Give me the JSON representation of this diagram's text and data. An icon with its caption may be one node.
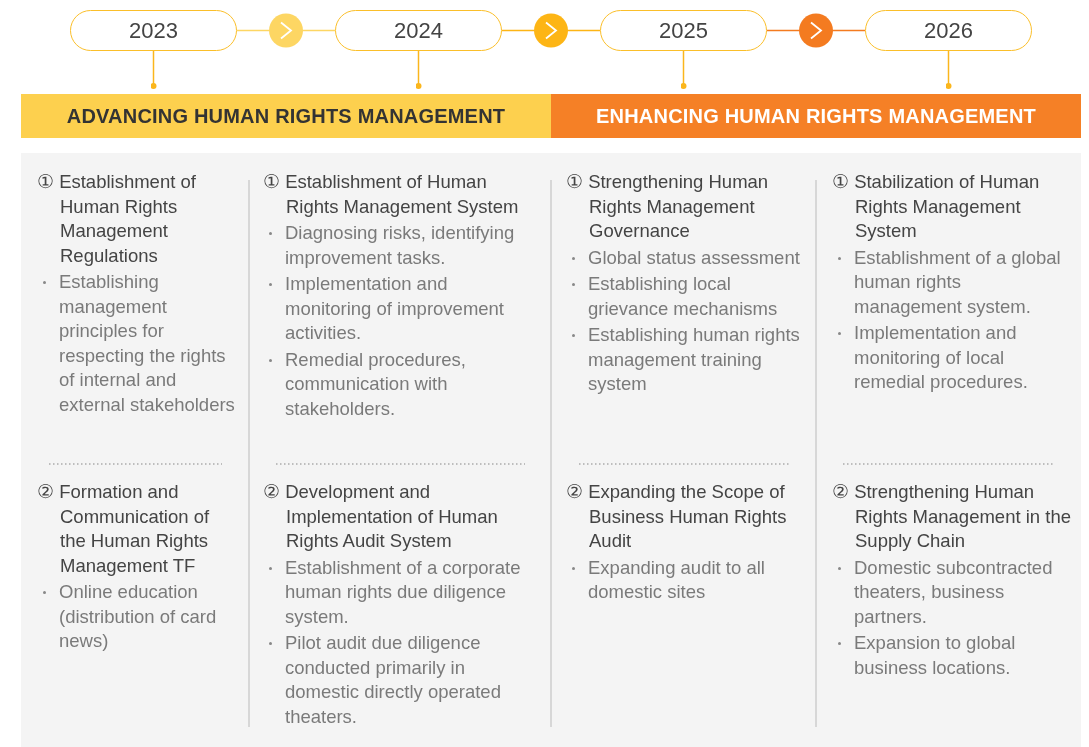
{
  "diagram": {
    "nodes": [
      {
        "text": [
          "2023"
        ]
      },
      {
        "text": [
          "2024"
        ]
      },
      {
        "text": [
          "2025"
        ]
      },
      {
        "text": [
          "2026"
        ]
      },
      {
        "text": [
          "ADVANCING HUMAN RIGHTS MANAGEMENT"
        ]
      },
      {
        "text": [
          "ENHANCING HUMAN RIGHTS MANAGEMENT"
        ]
      },
      {
        "text": [],
        "shape": "box"
      },
      {
        "text": [
          "① Establishment of Human Rights Management Regulations",
          "Establishing management principles for respecting the rights of internal and external stakeholders"
        ],
        "in": 6
      },
      {
        "text": [
          "② Formation and Communication of the Human Rights Management TF",
          "Online education (distribution of card news)"
        ],
        "in": 6
      },
      {
        "text": [
          "① Establishment of Human Rights Management System",
          "Diagnosing risks, identifying improvement tasks.",
          "Implementation and monitoring of improvement activities.",
          "Remedial procedures, communication with stakeholders."
        ],
        "in": 6
      },
      {
        "text": [
          "② Development and Implementation of Human Rights Audit System",
          "Establishment of a corporate human rights due diligence system.",
          "Pilot audit due diligence conducted primarily in domestic directly operated theaters."
        ],
        "in": 6
      },
      {
        "text": [
          "① Strengthening Human Rights Management Governance",
          "Global status assessment",
          "Establishing local grievance mechanisms",
          "Establishing human rights management training system"
        ],
        "in": 6
      },
      {
        "text": [
          "② Expanding the Scope of Business Human Rights Audit",
          "Expanding audit to all domestic sites"
        ],
        "in": 6
      },
      {
        "text": [
          "① Stabilization of Human Rights Management System",
          "Establishment of a global human rights management system.",
          "Implementation and monitoring of local remedial procedures."
        ],
        "in": 6
      },
      {
        "text": [
          "② Strengthening Human Rights Management in the Supply Chain",
          "Domestic subcontracted theaters, business partners.",
          "Expansion to global business locations."
        ],
        "in": 6
      }
    ],
    "edges": [
      {
        "from": 0,
        "to": 1,
        "arrow": "to",
        "color": "#fdd663"
      },
      {
        "from": 1,
        "to": 2,
        "arrow": "to",
        "color": "#fdb515"
      },
      {
        "from": 2,
        "to": 3,
        "arrow": "to",
        "color": "#f47b20"
      },
      {
        "from": 0,
        "to": 4,
        "arrow": "other"
      },
      {
        "from": 1,
        "to": 4,
        "arrow": "other"
      },
      {
        "from": 2,
        "to": 5,
        "arrow": "other"
      },
      {
        "from": 3,
        "to": 5,
        "arrow": "other"
      }
    ]
  }
}
